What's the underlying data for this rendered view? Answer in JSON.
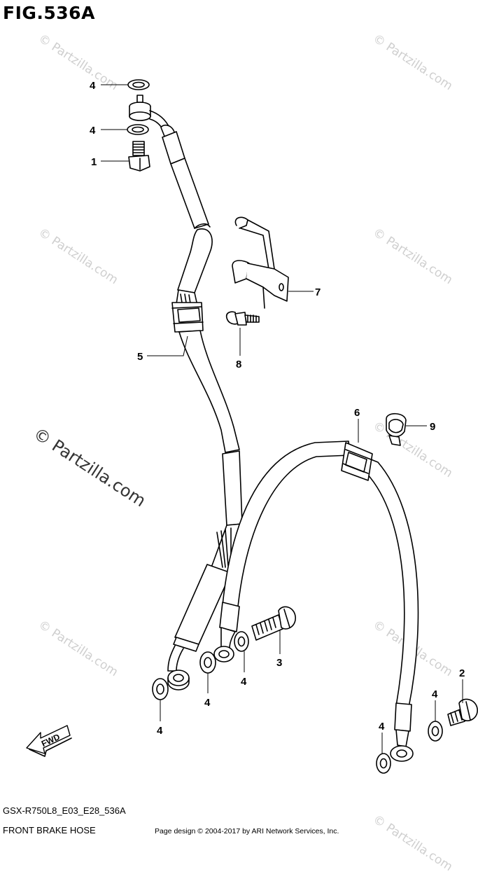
{
  "figure": {
    "title": "FIG.536A",
    "model_code": "GSX-R750L8_E03_E28_536A",
    "name": "FRONT BRAKE HOSE",
    "credit": "Page design © 2004-2017 by ARI Network Services, Inc."
  },
  "watermark": {
    "main": "© Partzilla.com",
    "small": "© Partzilla.com"
  },
  "fwd_label": "FWD",
  "callouts": {
    "c4a": "4",
    "c4b": "4",
    "c1": "1",
    "c5": "5",
    "c7": "7",
    "c8": "8",
    "c6": "6",
    "c9": "9",
    "c3": "3",
    "c4c": "4",
    "c4d": "4",
    "c4e": "4",
    "c2": "2",
    "c4f": "4",
    "c4g": "4"
  }
}
